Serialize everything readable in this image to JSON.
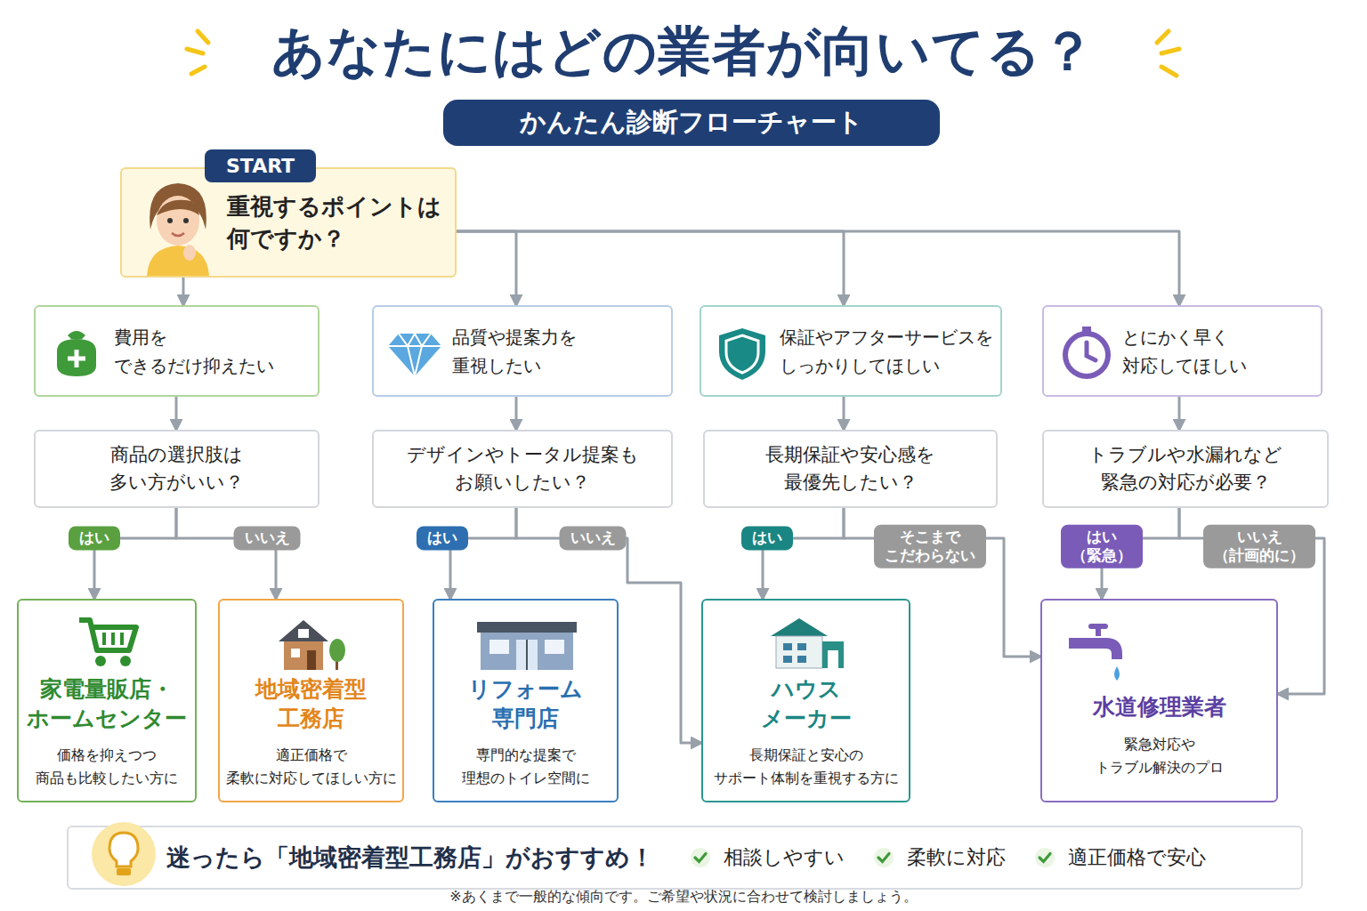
{
  "diagram": {
    "title": "あなたにはどの業者が向いてる？",
    "caption": "※あくまで一般的な傾向です。ご希望や状況に合わせて検討しましょう。",
    "nodes": [
      {
        "text": [
          "かんたん診断フローチャート"
        ]
      },
      {
        "text": [
          "START",
          "重視するポイントは 何ですか？"
        ]
      },
      {
        "text": [
          "費用を できるだけ抑えたい"
        ]
      },
      {
        "text": [
          "品質や提案力を 重視したい"
        ]
      },
      {
        "text": [
          "保証やアフターサービスを しっかりしてほしい"
        ]
      },
      {
        "text": [
          "とにかく早く 対応してほしい"
        ]
      },
      {
        "text": [
          "商品の選択肢は 多い方がいい？"
        ]
      },
      {
        "text": [
          "デザインやトータル提案も お願いしたい？"
        ]
      },
      {
        "text": [
          "長期保証や安心感を 最優先したい？"
        ]
      },
      {
        "text": [
          "トラブルや水漏れなど 緊急の対応が必要？"
        ]
      },
      {
        "text": [
          "家電量販店・ ホームセンター",
          "価格を抑えつつ 商品も比較したい方に"
        ]
      },
      {
        "text": [
          "地域密着型 工務店",
          "適正価格で 柔軟に対応してほしい方に"
        ]
      },
      {
        "text": [
          "リフォーム 専門店",
          "専門的な提案で 理想のトイレ空間に"
        ]
      },
      {
        "text": [
          "ハウス メーカー",
          "長期保証と安心の サポート体制を重視する方に"
        ]
      },
      {
        "text": [
          "水道修理業者",
          "緊急対応や トラブル解決のプロ"
        ]
      },
      {
        "text": [
          "迷ったら「地域密着型工務店」がおすすめ！",
          "相談しやすい",
          "柔軟に対応",
          "適正価格で安心"
        ]
      }
    ],
    "edges": [
      {
        "from": 1,
        "to": 2,
        "arrow": "to"
      },
      {
        "from": 1,
        "to": 3,
        "arrow": "to"
      },
      {
        "from": 1,
        "to": 4,
        "arrow": "to"
      },
      {
        "from": 1,
        "to": 5,
        "arrow": "to"
      },
      {
        "from": 2,
        "to": 6,
        "arrow": "to"
      },
      {
        "from": 3,
        "to": 7,
        "arrow": "to"
      },
      {
        "from": 4,
        "to": 8,
        "arrow": "to"
      },
      {
        "from": 5,
        "to": 9,
        "arrow": "to"
      },
      {
        "from": 6,
        "to": 10,
        "label": "はい",
        "arrow": "to"
      },
      {
        "from": 6,
        "to": 11,
        "label": "いいえ",
        "arrow": "to"
      },
      {
        "from": 7,
        "to": 12,
        "label": "はい",
        "arrow": "to"
      },
      {
        "from": 7,
        "to": 13,
        "label": "いいえ",
        "arrow": "to"
      },
      {
        "from": 8,
        "to": 13,
        "label": "はい",
        "arrow": "to"
      },
      {
        "from": 8,
        "to": 14,
        "label": "そこまで こだわらない",
        "arrow": "to"
      },
      {
        "from": 9,
        "to": 14,
        "label": "はい （緊急）",
        "arrow": "to"
      },
      {
        "from": 9,
        "to": 14,
        "label": "いいえ （計画的に）",
        "arrow": "to"
      }
    ]
  }
}
